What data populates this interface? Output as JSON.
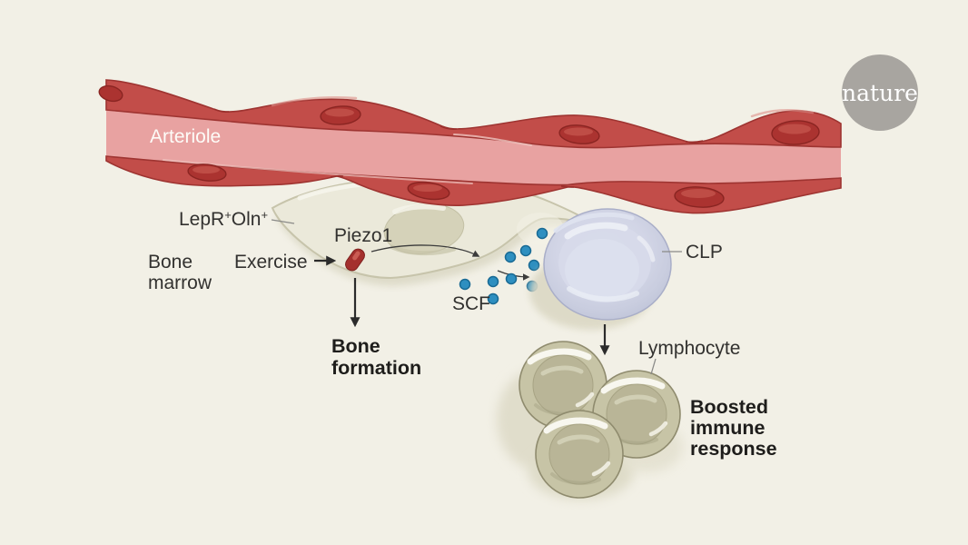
{
  "figure": {
    "logo": {
      "text": "nature",
      "circle_color": "#a8a5a0",
      "text_color": "#ffffff"
    },
    "labels": {
      "arteriole": "Arteriole",
      "lepr_oln": {
        "base1": "LepR",
        "sup1": "+",
        "base2": "Oln",
        "sup2": "+"
      },
      "bone_marrow": {
        "line1": "Bone",
        "line2": "marrow"
      },
      "exercise": "Exercise",
      "piezo1": "Piezo1",
      "scf": "SCF",
      "bone_formation": {
        "line1": "Bone",
        "line2": "formation"
      },
      "clp": "CLP",
      "lymphocyte": "Lymphocyte",
      "boosted_immune_response": {
        "line1": "Boosted",
        "line2": "immune",
        "line3": "response"
      }
    },
    "colors": {
      "background": "#f2f0e6",
      "arteriole_lumen": "#e8a2a1",
      "arteriole_wall": "#c24d49",
      "arteriole_wall_outline": "#9e3431",
      "arteriole_nucleus": "#ab3330",
      "stromal_cell_body": "#ebe9da",
      "stromal_cell_nucleus": "#d5d2b9",
      "clp_cell": "#ccd0e2",
      "lymphocyte_cell": "#c7c4a6",
      "scf_dot": "#2e8fc0",
      "piezo1_receptor": "#a4302d",
      "label_text": "#32312f",
      "arteriole_label_text": "#ffffff"
    }
  }
}
